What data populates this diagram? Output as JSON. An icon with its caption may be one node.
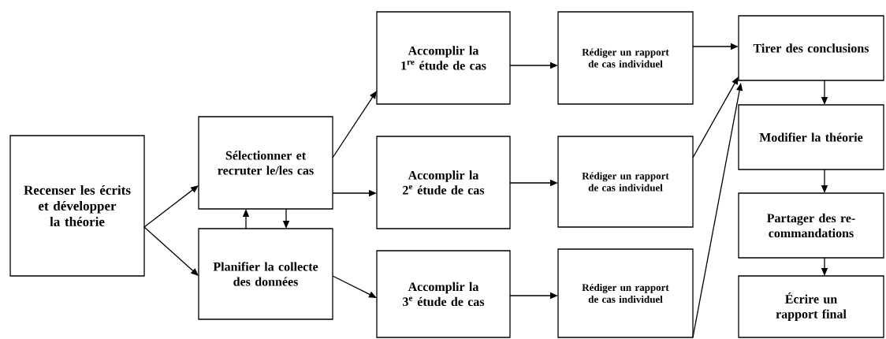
{
  "diagram": {
    "nodes": [
      {
        "text": [
          "Recenser les écrits et développer la théorie"
        ]
      },
      {
        "text": [
          "Sélectionner et recruter le/les cas"
        ]
      },
      {
        "text": [
          "Planifier la collecte des données"
        ]
      },
      {
        "text": [
          "Accomplir la 1$^{re}$ étude de cas"
        ]
      },
      {
        "text": [
          "Accomplir la 2$^{e}$ étude de cas"
        ]
      },
      {
        "text": [
          "Accomplir la 3$^{e}$ étude de cas"
        ]
      },
      {
        "text": [
          "Rédiger un rapport de cas individuel"
        ]
      },
      {
        "text": [
          "Rédiger un rapport de cas individuel"
        ]
      },
      {
        "text": [
          "Rédiger un rapport de cas individuel"
        ]
      },
      {
        "text": [
          "Tirer des conclusions"
        ]
      },
      {
        "text": [
          "Modifier la théorie"
        ]
      },
      {
        "text": [
          "Partager des re- commandations"
        ]
      },
      {
        "text": [
          "Écrire un rapport final"
        ]
      }
    ],
    "edges": [
      {
        "from": 0,
        "to": 1,
        "arrow": "to"
      },
      {
        "from": 0,
        "to": 2,
        "arrow": "to"
      },
      {
        "from": 2,
        "to": 1,
        "arrow": "to"
      },
      {
        "from": 1,
        "to": 2,
        "arrow": "to"
      },
      {
        "from": 1,
        "to": 3,
        "arrow": "to"
      },
      {
        "from": 1,
        "to": 4,
        "arrow": "to"
      },
      {
        "from": 2,
        "to": 5,
        "arrow": "to"
      },
      {
        "from": 3,
        "to": 6,
        "arrow": "to"
      },
      {
        "from": 4,
        "to": 7,
        "arrow": "to"
      },
      {
        "from": 5,
        "to": 8,
        "arrow": "to"
      },
      {
        "from": 6,
        "to": 9,
        "arrow": "to"
      },
      {
        "from": 7,
        "to": 9,
        "arrow": "to"
      },
      {
        "from": 8,
        "to": 9,
        "arrow": "to"
      },
      {
        "from": 9,
        "to": 10,
        "arrow": "to"
      },
      {
        "from": 10,
        "to": 11,
        "arrow": "to"
      },
      {
        "from": 11,
        "to": 12,
        "arrow": "to"
      }
    ]
  }
}
